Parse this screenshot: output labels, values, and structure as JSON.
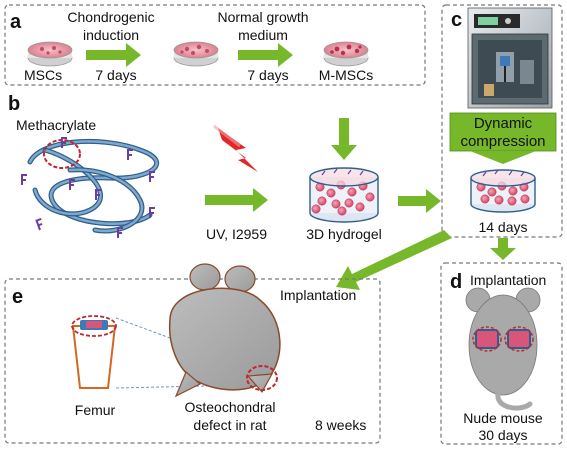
{
  "panels": {
    "a": {
      "letter": "a",
      "step1_label": "Chondrogenic induction",
      "step1_line1": "Chondrogenic",
      "step1_line2": "induction",
      "step2_line1": "Normal growth",
      "step2_line2": "medium",
      "dish1_label": "MSCs",
      "dish3_label": "M-MSCs",
      "duration1": "7 days",
      "duration2": "7 days"
    },
    "b": {
      "letter": "b",
      "polymer_label": "Methacrylate",
      "crosslink_label": "UV, I2959",
      "hydrogel_label": "3D hydrogel"
    },
    "c": {
      "letter": "c",
      "process_line1": "Dynamic",
      "process_line2": "compression",
      "duration": "14 days"
    },
    "d": {
      "letter": "d",
      "title": "Implantation",
      "subject": "Nude mouse",
      "duration": "30 days"
    },
    "e": {
      "letter": "e",
      "title": "Implantation",
      "bone_label": "Femur",
      "defect_line1": "Osteochondral",
      "defect_line2": "defect in rat",
      "duration": "8 weeks"
    }
  },
  "colors": {
    "arrow_green": "#76b82a",
    "panel_border": "#777777",
    "polymer_blue": "#4a7fb0",
    "methacrylate_purple": "#6b3fa0",
    "cell_pink": "#e0607a",
    "highlight_red": "#c0282e",
    "rat_gray": "#a9a9a9",
    "rat_outline": "#8a4a2a",
    "uv_red": "#e0282a"
  }
}
